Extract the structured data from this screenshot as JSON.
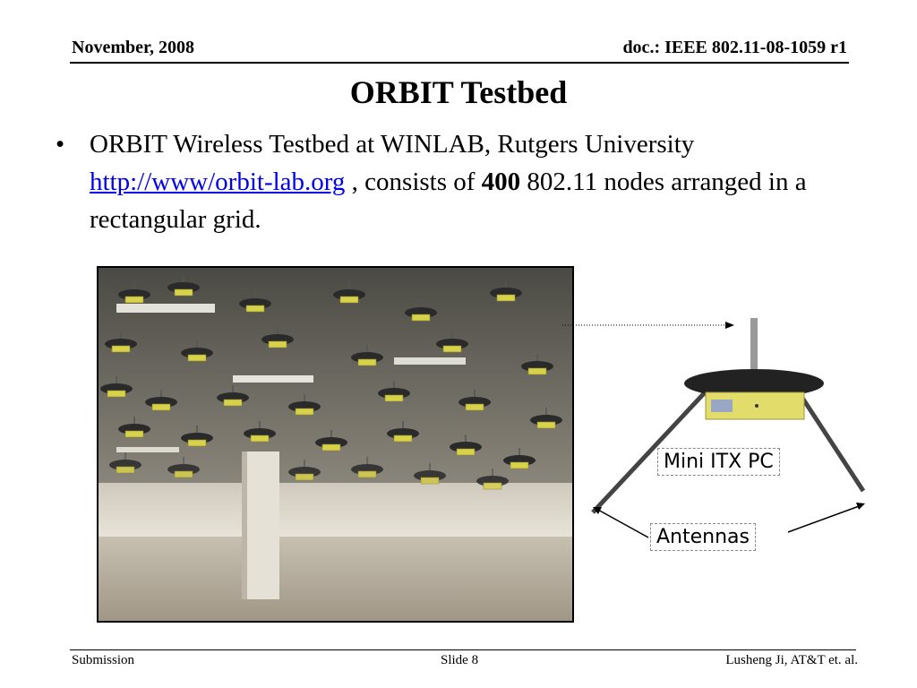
{
  "header": {
    "date": "November, 2008",
    "doc_id": "doc.: IEEE 802.11-08-1059 r1"
  },
  "slide": {
    "title": "ORBIT Testbed",
    "bullet": {
      "marker": "•",
      "text_before_link": "ORBIT Wireless Testbed at WINLAB, Rutgers University",
      "link": "http://www/orbit-lab.org",
      "text_mid": " , consists of  ",
      "bold_number": "400",
      "text_after": " 802.11 nodes arranged in a rectangular grid."
    },
    "labels": {
      "mini_itx": "Mini ITX PC",
      "antennas": "Antennas"
    }
  },
  "footer": {
    "left": "Submission",
    "center": "Slide 8",
    "right": "Lusheng Ji, AT&T et. al."
  }
}
